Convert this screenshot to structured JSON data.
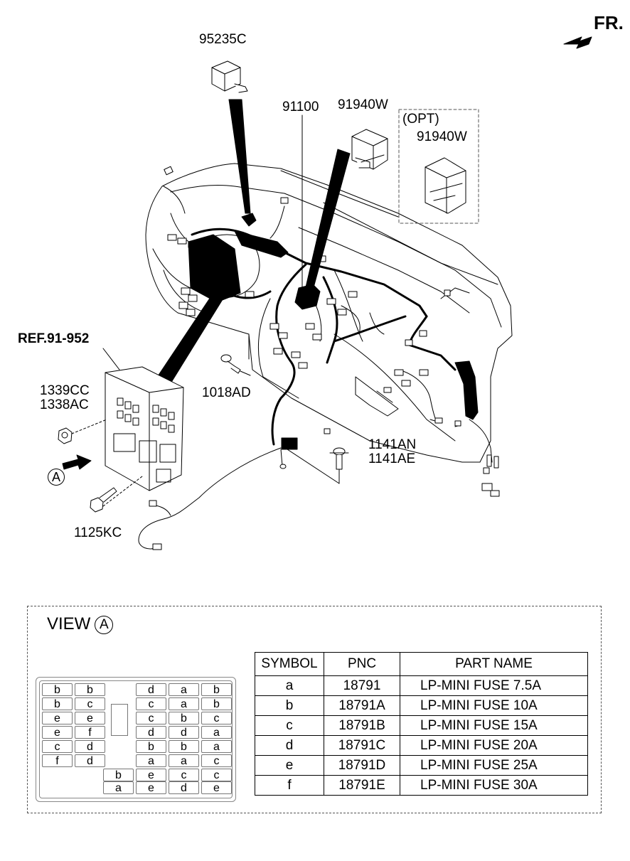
{
  "labels": {
    "fr": "FR.",
    "relay": "95235C",
    "harness": "91100",
    "connector": "91940W",
    "opt": "(OPT)",
    "connector_opt": "91940W",
    "ref": "REF.91-952",
    "nut_1": "1339CC",
    "nut_2": "1338AC",
    "bolt_dash": "1018AD",
    "bolt_floor_1": "1141AN",
    "bolt_floor_2": "1141AE",
    "bolt_junction": "1125KC",
    "view_marker": "A"
  },
  "view": {
    "title": "VIEW",
    "marker": "A"
  },
  "fuse_panel": {
    "fuses": [
      "b",
      "b",
      "d",
      "a",
      "b",
      "b",
      "c",
      "c",
      "a",
      "b",
      "e",
      "e",
      "c",
      "b",
      "c",
      "e",
      "f",
      "d",
      "d",
      "a",
      "c",
      "d",
      "b",
      "b",
      "a",
      "f",
      "d",
      "a",
      "a",
      "c",
      "b",
      "e",
      "c",
      "c",
      "a",
      "e",
      "d",
      "e"
    ]
  },
  "fuse_table": {
    "headers": [
      "SYMBOL",
      "PNC",
      "PART NAME"
    ],
    "rows": [
      {
        "symbol": "a",
        "pnc": "18791",
        "name": "LP-MINI FUSE 7.5A"
      },
      {
        "symbol": "b",
        "pnc": "18791A",
        "name": "LP-MINI FUSE 10A"
      },
      {
        "symbol": "c",
        "pnc": "18791B",
        "name": "LP-MINI FUSE 15A"
      },
      {
        "symbol": "d",
        "pnc": "18791C",
        "name": "LP-MINI FUSE 20A"
      },
      {
        "symbol": "e",
        "pnc": "18791D",
        "name": "LP-MINI FUSE 25A"
      },
      {
        "symbol": "f",
        "pnc": "18791E",
        "name": "LP-MINI FUSE 30A"
      }
    ]
  }
}
